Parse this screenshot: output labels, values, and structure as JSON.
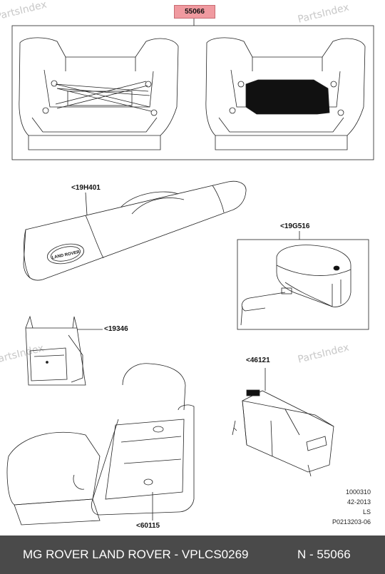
{
  "watermark_text": "PartsIndex",
  "callouts": {
    "main": "55066",
    "bag": "<19H401",
    "cooler": "<19G516",
    "small_bag": "<19346",
    "organizer": "<46121",
    "seat_organizer": "<60115"
  },
  "bag_logo_text": "LAND ROVER",
  "meta": {
    "line1": "1000310",
    "line2": "42-2013",
    "line3": "LS",
    "line4": "P0213203-06"
  },
  "footer": {
    "title": "MG ROVER LAND ROVER - VPLCS0269",
    "number": "N - 55066"
  }
}
